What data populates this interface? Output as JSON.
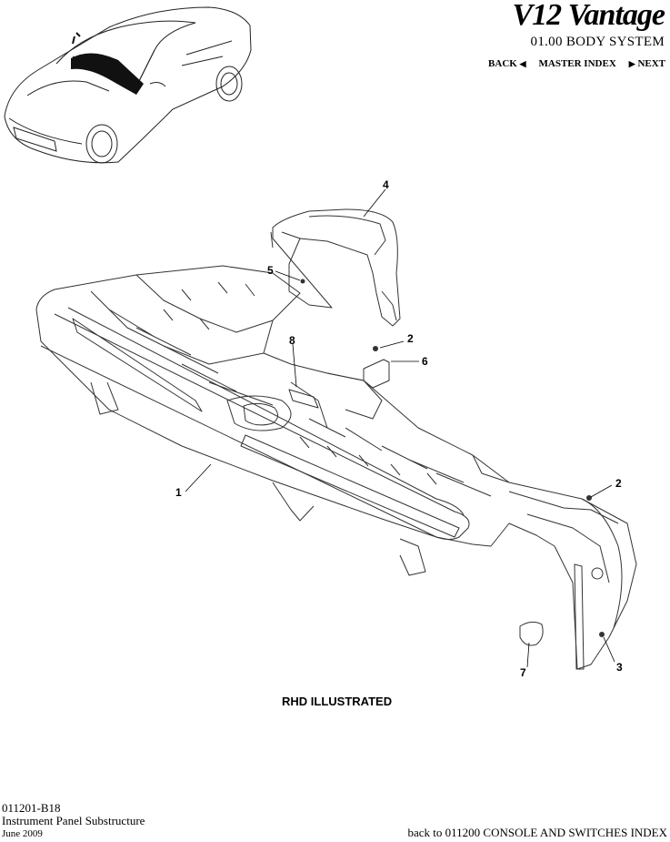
{
  "header": {
    "brand": "V12 Vantage",
    "section": "01.00 BODY SYSTEM",
    "nav": {
      "back": "BACK",
      "master_index": "MASTER INDEX",
      "next": "NEXT"
    }
  },
  "diagram": {
    "caption": "RHD ILLUSTRATED",
    "callouts": [
      "1",
      "2",
      "2",
      "3",
      "4",
      "5",
      "6",
      "7",
      "8"
    ]
  },
  "footer": {
    "code": "011201-B18",
    "title": "Instrument Panel Substructure",
    "date": "June 2009",
    "back_link": "back to 011200 CONSOLE AND SWITCHES INDEX"
  }
}
